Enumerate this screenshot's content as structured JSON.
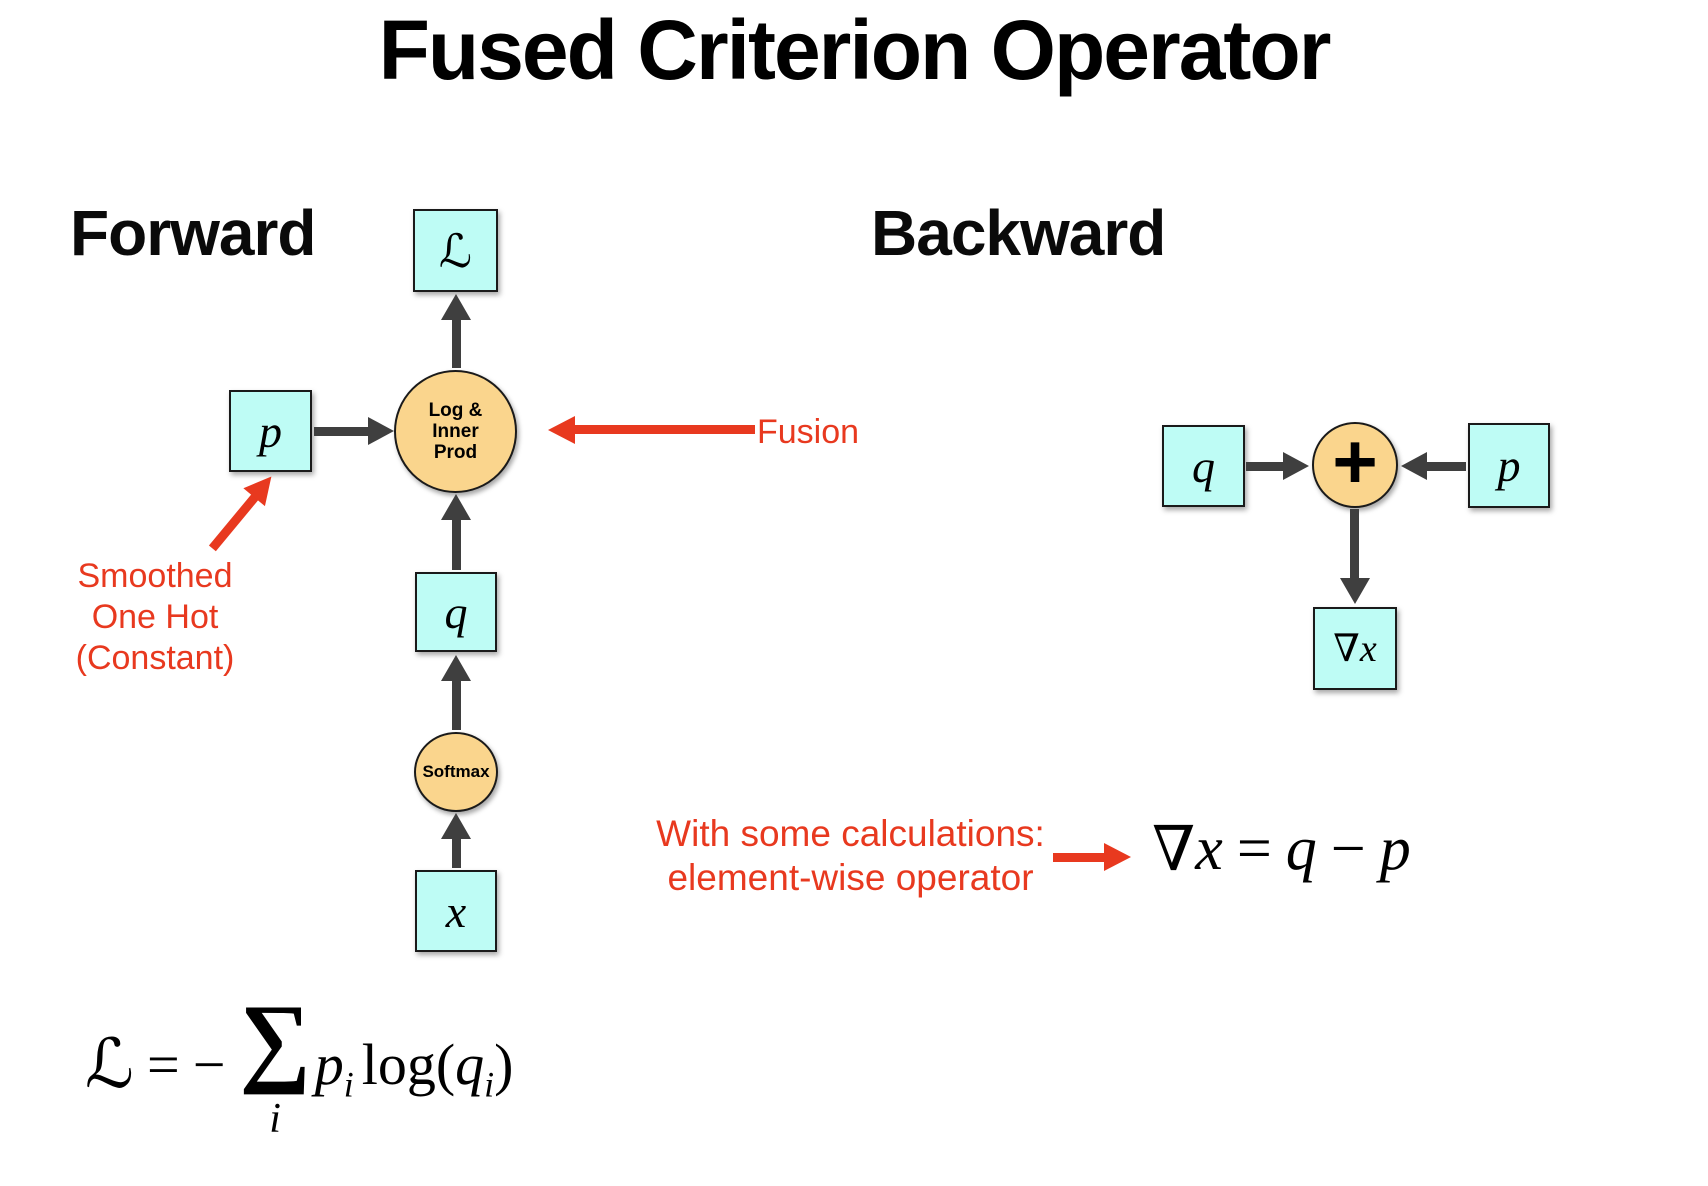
{
  "title": "Fused Criterion Operator",
  "colors": {
    "node_fill": "#BEFCF5",
    "op_fill": "#FAD58D",
    "arrow_gray": "#3f3f3f",
    "annotation_red": "#E8391F",
    "text_black": "#000000"
  },
  "forward": {
    "heading": "Forward",
    "loss_node": "ℒ",
    "fused_op_lines": [
      "Log &",
      "Inner",
      "Prod"
    ],
    "p_node": "p",
    "q_node": "q",
    "softmax_op": "Softmax",
    "x_node": "x"
  },
  "backward": {
    "heading": "Backward",
    "q_node": "q",
    "add_op": "+",
    "p_node": "p",
    "grad_nabla": "∇",
    "grad_x": "x"
  },
  "annotations": {
    "smoothed_lines": [
      "Smoothed",
      "One Hot",
      "(Constant)"
    ],
    "fusion": "Fusion",
    "calc_lines": [
      "With some calculations:",
      "element-wise operator"
    ]
  },
  "formulas": {
    "grad": {
      "nabla": "∇",
      "x": "x",
      "eq": "=",
      "q": "q",
      "minus": "−",
      "p": "p"
    },
    "loss": {
      "l": "ℒ",
      "eq": "=",
      "minus": "−",
      "sum": "∑",
      "sum_index": "i",
      "p": "p",
      "p_sub": "i",
      "log_open": "log(",
      "q": "q",
      "q_sub": "i",
      "close": ")"
    }
  }
}
